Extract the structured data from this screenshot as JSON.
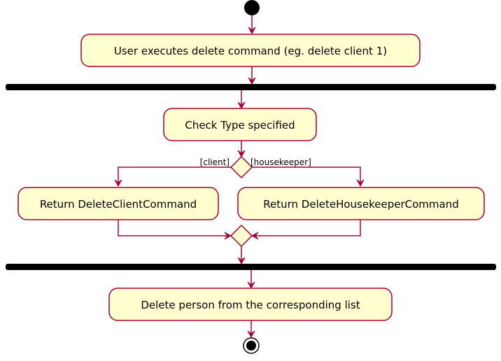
{
  "diagram": {
    "type": "activity",
    "nodes": {
      "start": "start",
      "user_executes": "User executes delete command (eg. delete client 1)",
      "check_type": "Check Type specified",
      "return_client": "Return DeleteClientCommand",
      "return_housekeeper": "Return DeleteHousekeeperCommand",
      "delete_person": "Delete person from the corresponding list",
      "end": "end"
    },
    "guards": {
      "client": "[client]",
      "housekeeper": "[housekeeper]"
    },
    "edges": [
      {
        "from": "start",
        "to": "user_executes"
      },
      {
        "from": "user_executes",
        "to": "fork_bar"
      },
      {
        "from": "fork_bar",
        "to": "check_type"
      },
      {
        "from": "check_type",
        "to": "decision"
      },
      {
        "from": "decision",
        "to": "return_client",
        "guard": "[client]"
      },
      {
        "from": "decision",
        "to": "return_housekeeper",
        "guard": "[housekeeper]"
      },
      {
        "from": "return_client",
        "to": "merge"
      },
      {
        "from": "return_housekeeper",
        "to": "merge"
      },
      {
        "from": "merge",
        "to": "join_bar"
      },
      {
        "from": "join_bar",
        "to": "delete_person"
      },
      {
        "from": "delete_person",
        "to": "end"
      }
    ],
    "colors": {
      "box_fill": "#fefece",
      "border": "#a80036",
      "bar": "#000000",
      "background": "#ffffff"
    }
  }
}
